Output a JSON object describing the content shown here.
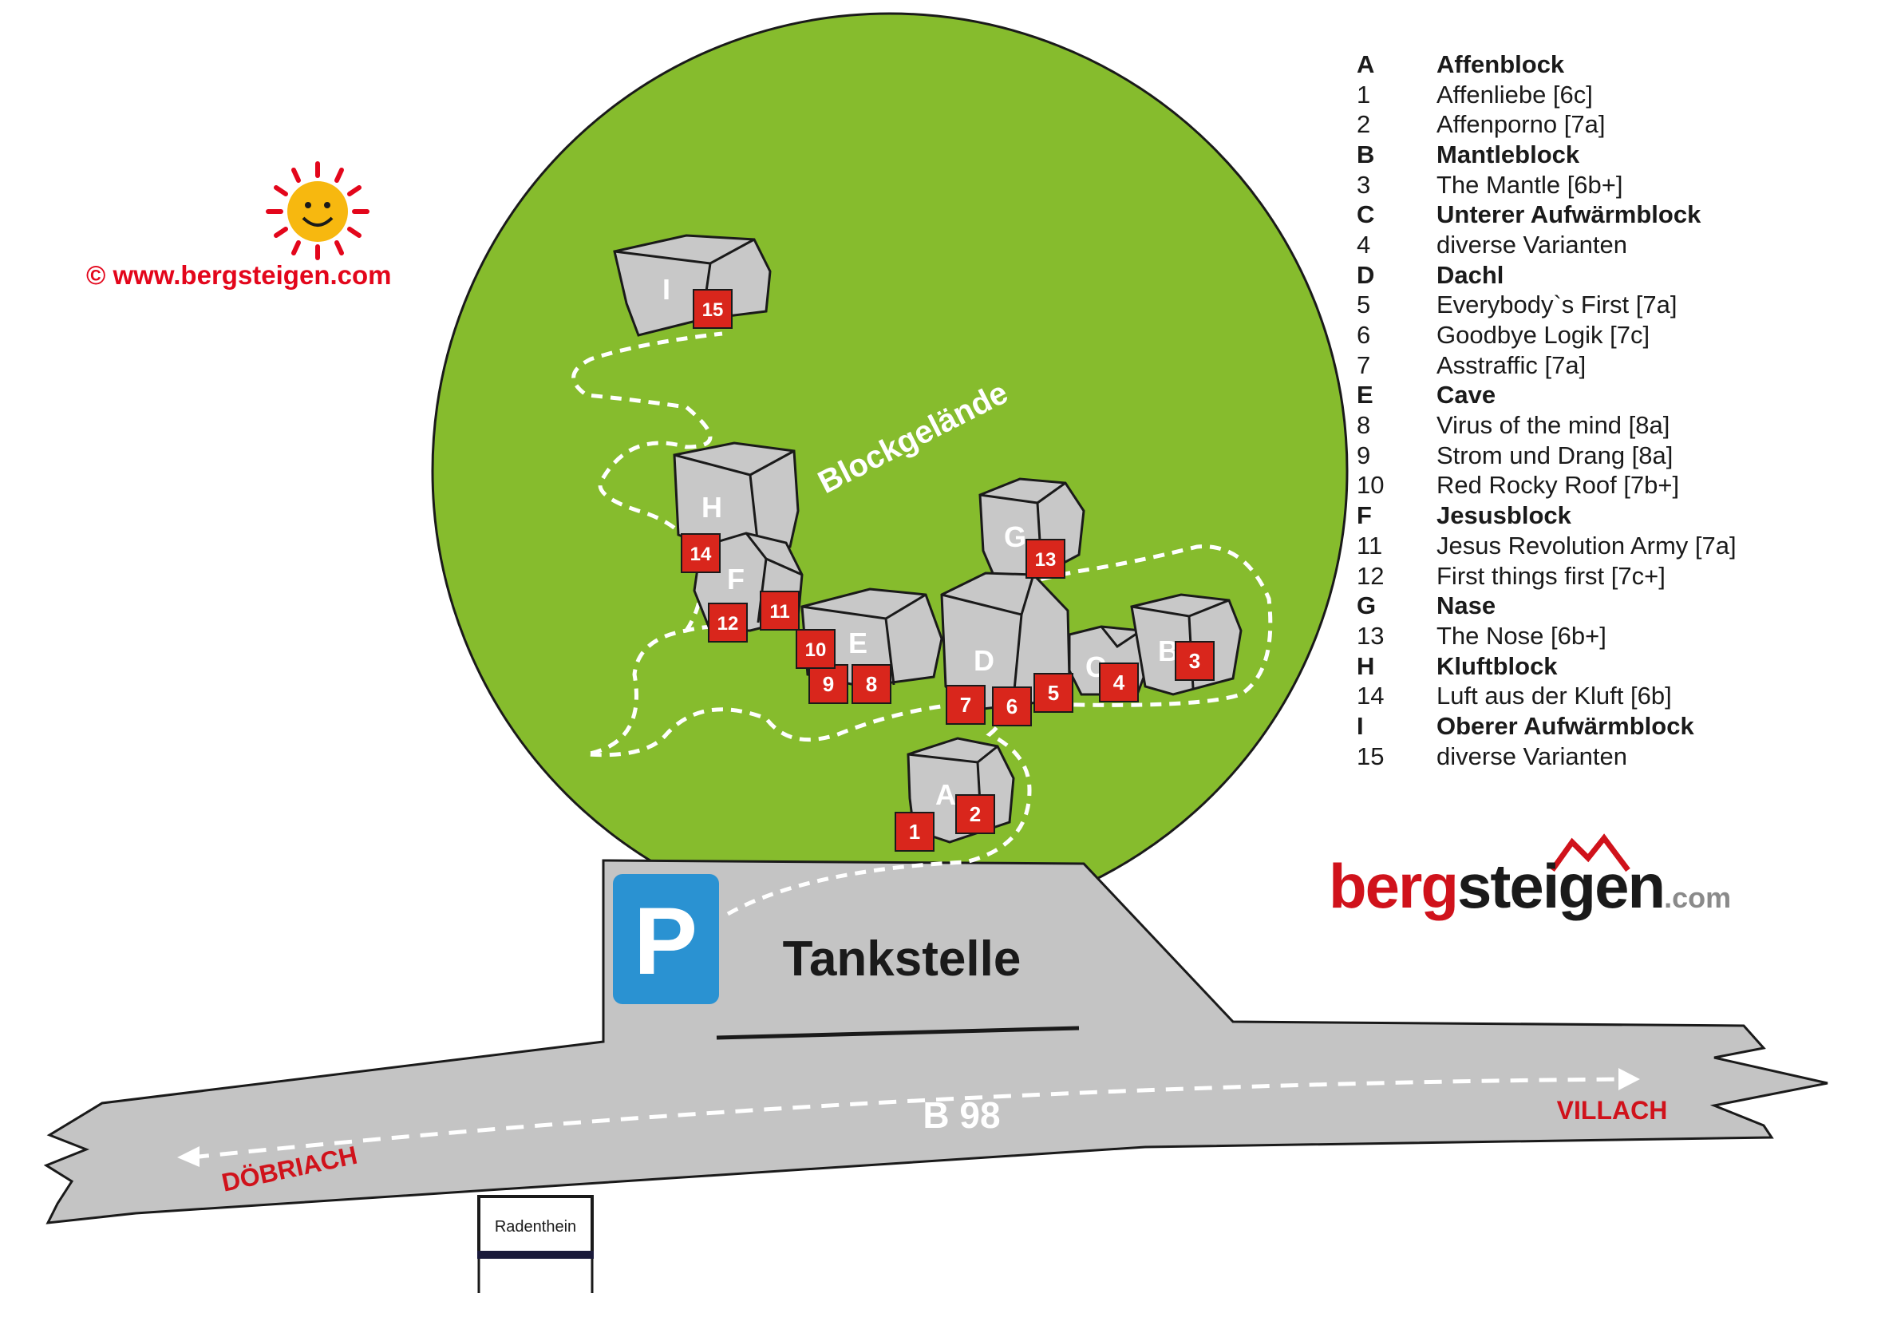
{
  "copyright": "©  www.bergsteigen.com",
  "brand": {
    "part1": "berg",
    "part2": "steigen",
    "part3": ".com"
  },
  "area_label": "Blockgelände",
  "parking_label": "P",
  "gas_station_label": "Tankstelle",
  "road_label": "B 98",
  "direction_left": "DÖBRIACH",
  "direction_right": "VILLACH",
  "sign_label": "Radenthein",
  "boulders": [
    {
      "letter": "A"
    },
    {
      "letter": "B"
    },
    {
      "letter": "C"
    },
    {
      "letter": "D"
    },
    {
      "letter": "E"
    },
    {
      "letter": "F"
    },
    {
      "letter": "G"
    },
    {
      "letter": "H"
    },
    {
      "letter": "I"
    }
  ],
  "route_markers": [
    "1",
    "2",
    "3",
    "4",
    "5",
    "6",
    "7",
    "8",
    "9",
    "10",
    "11",
    "12",
    "13",
    "14",
    "15"
  ],
  "legend": [
    {
      "key": "A",
      "label": "Affenblock",
      "block": true
    },
    {
      "key": "1",
      "label": "Affenliebe [6c]",
      "block": false
    },
    {
      "key": "2",
      "label": "Affenporno [7a]",
      "block": false
    },
    {
      "key": "B",
      "label": "Mantleblock",
      "block": true
    },
    {
      "key": "3",
      "label": "The Mantle [6b+]",
      "block": false
    },
    {
      "key": "C",
      "label": "Unterer Aufwärmblock",
      "block": true
    },
    {
      "key": "4",
      "label": "diverse Varianten",
      "block": false
    },
    {
      "key": "D",
      "label": "Dachl",
      "block": true
    },
    {
      "key": "5",
      "label": "Everybody`s First [7a]",
      "block": false
    },
    {
      "key": "6",
      "label": "Goodbye Logik [7c]",
      "block": false
    },
    {
      "key": "7",
      "label": "Asstraffic [7a]",
      "block": false
    },
    {
      "key": "E",
      "label": "Cave",
      "block": true
    },
    {
      "key": "8",
      "label": "Virus of the mind [8a]",
      "block": false
    },
    {
      "key": "9",
      "label": "Strom und Drang [8a]",
      "block": false
    },
    {
      "key": "10",
      "label": "Red Rocky Roof [7b+]",
      "block": false
    },
    {
      "key": "F",
      "label": "Jesusblock",
      "block": true
    },
    {
      "key": "11",
      "label": "Jesus Revolution Army [7a]",
      "block": false
    },
    {
      "key": "12",
      "label": "First things first [7c+]",
      "block": false
    },
    {
      "key": "G",
      "label": "Nase",
      "block": true
    },
    {
      "key": "13",
      "label": "The Nose [6b+]",
      "block": false
    },
    {
      "key": "H",
      "label": "Kluftblock",
      "block": true
    },
    {
      "key": "14",
      "label": "Luft aus der Kluft [6b]",
      "block": false
    },
    {
      "key": "I",
      "label": "Oberer Aufwärmblock",
      "block": true
    },
    {
      "key": "15",
      "label": "diverse Varianten",
      "block": false
    }
  ],
  "colors": {
    "grass": "#86bc2d",
    "rock": "#c8c8c8",
    "road": "#c4c4c4",
    "marker": "#d9261c",
    "parking": "#2a92d2",
    "accent": "#e3061b"
  }
}
